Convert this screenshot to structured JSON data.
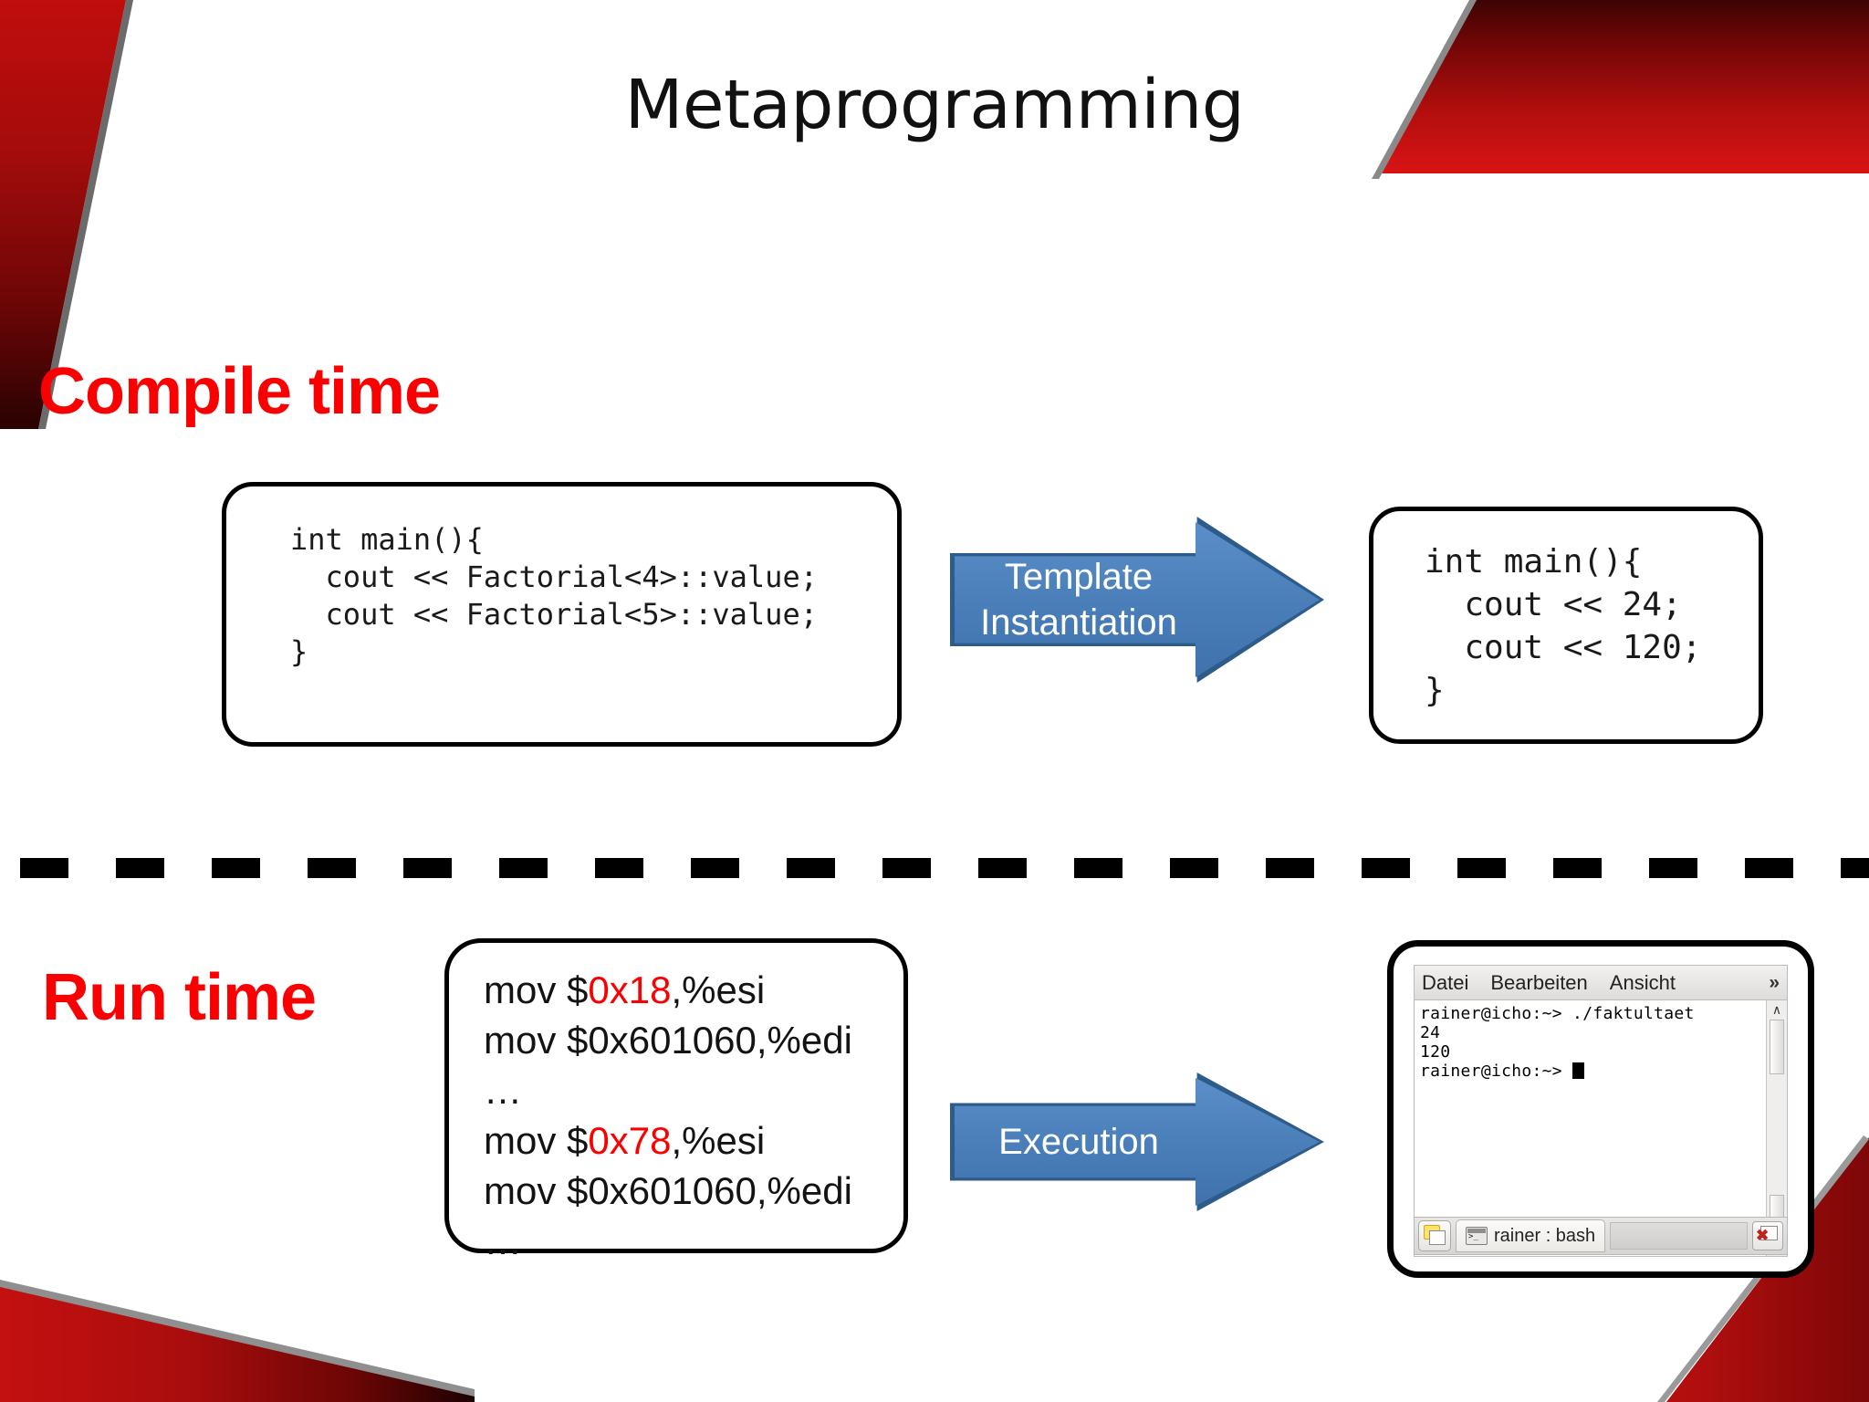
{
  "title": "Metaprogramming",
  "sections": {
    "compile_time": "Compile time",
    "run_time": "Run time"
  },
  "source_code": "int main(){\n  cout << Factorial<4>::value;\n  cout << Factorial<5>::value;\n}",
  "output_code": "int main(){\n  cout << 24;\n  cout << 120;\n}",
  "assembly": {
    "lines": [
      {
        "pre": "mov $",
        "hl": "0x18",
        "post": ",%esi"
      },
      {
        "pre": "mov $0x601060,%edi",
        "hl": "",
        "post": ""
      },
      {
        "pre": "…",
        "hl": "",
        "post": ""
      },
      {
        "pre": "mov $",
        "hl": "0x78",
        "post": ",%esi"
      },
      {
        "pre": "mov $0x601060,%edi",
        "hl": "",
        "post": ""
      },
      {
        "pre": "…",
        "hl": "",
        "post": ""
      }
    ]
  },
  "arrows": {
    "template_instantiation": "Template\nInstantiation",
    "execution": "Execution"
  },
  "terminal": {
    "menu": [
      "Datei",
      "Bearbeiten",
      "Ansicht"
    ],
    "overflow_chevron": "»",
    "content": "rainer@icho:~> ./faktultaet\n24\n120\nrainer@icho:~> ",
    "tab_label": "rainer : bash",
    "scroll_up": "∧",
    "scroll_down": "∨",
    "scroll_up2": "∧"
  },
  "colors": {
    "accent_red": "#fb0000",
    "arrow_blue": "#4a7fba",
    "arrow_border": "#2e5c8a",
    "corner_red": "#c41010"
  }
}
